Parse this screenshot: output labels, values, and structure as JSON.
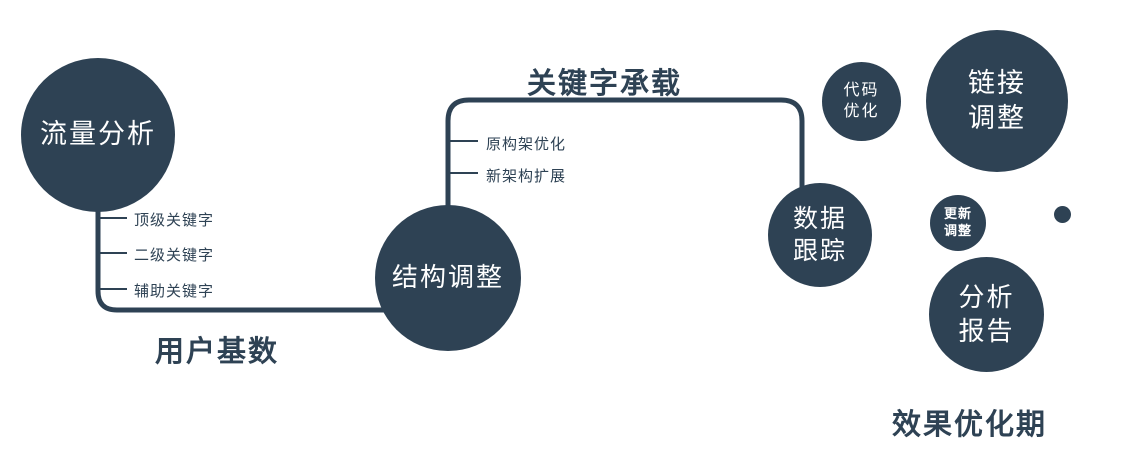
{
  "diagram": {
    "colors": {
      "primary": "#2e4254"
    },
    "nodes": {
      "traffic": {
        "label": "流量分析"
      },
      "structure": {
        "label": "结构调整"
      },
      "tracking": {
        "label": "数据\n跟踪"
      },
      "code": {
        "label": "代码\n优化"
      },
      "link": {
        "label": "链接\n调整"
      },
      "update": {
        "label": "更新\n调整"
      },
      "report": {
        "label": "分析\n报告"
      }
    },
    "edge_labels": {
      "keyword_carry": "关键字承载",
      "user_base": "用户基数"
    },
    "branches": {
      "traffic": [
        "顶级关键字",
        "二级关键字",
        "辅助关键字"
      ],
      "structure": [
        "原构架优化",
        "新架构扩展"
      ]
    },
    "caption": "效果优化期"
  }
}
